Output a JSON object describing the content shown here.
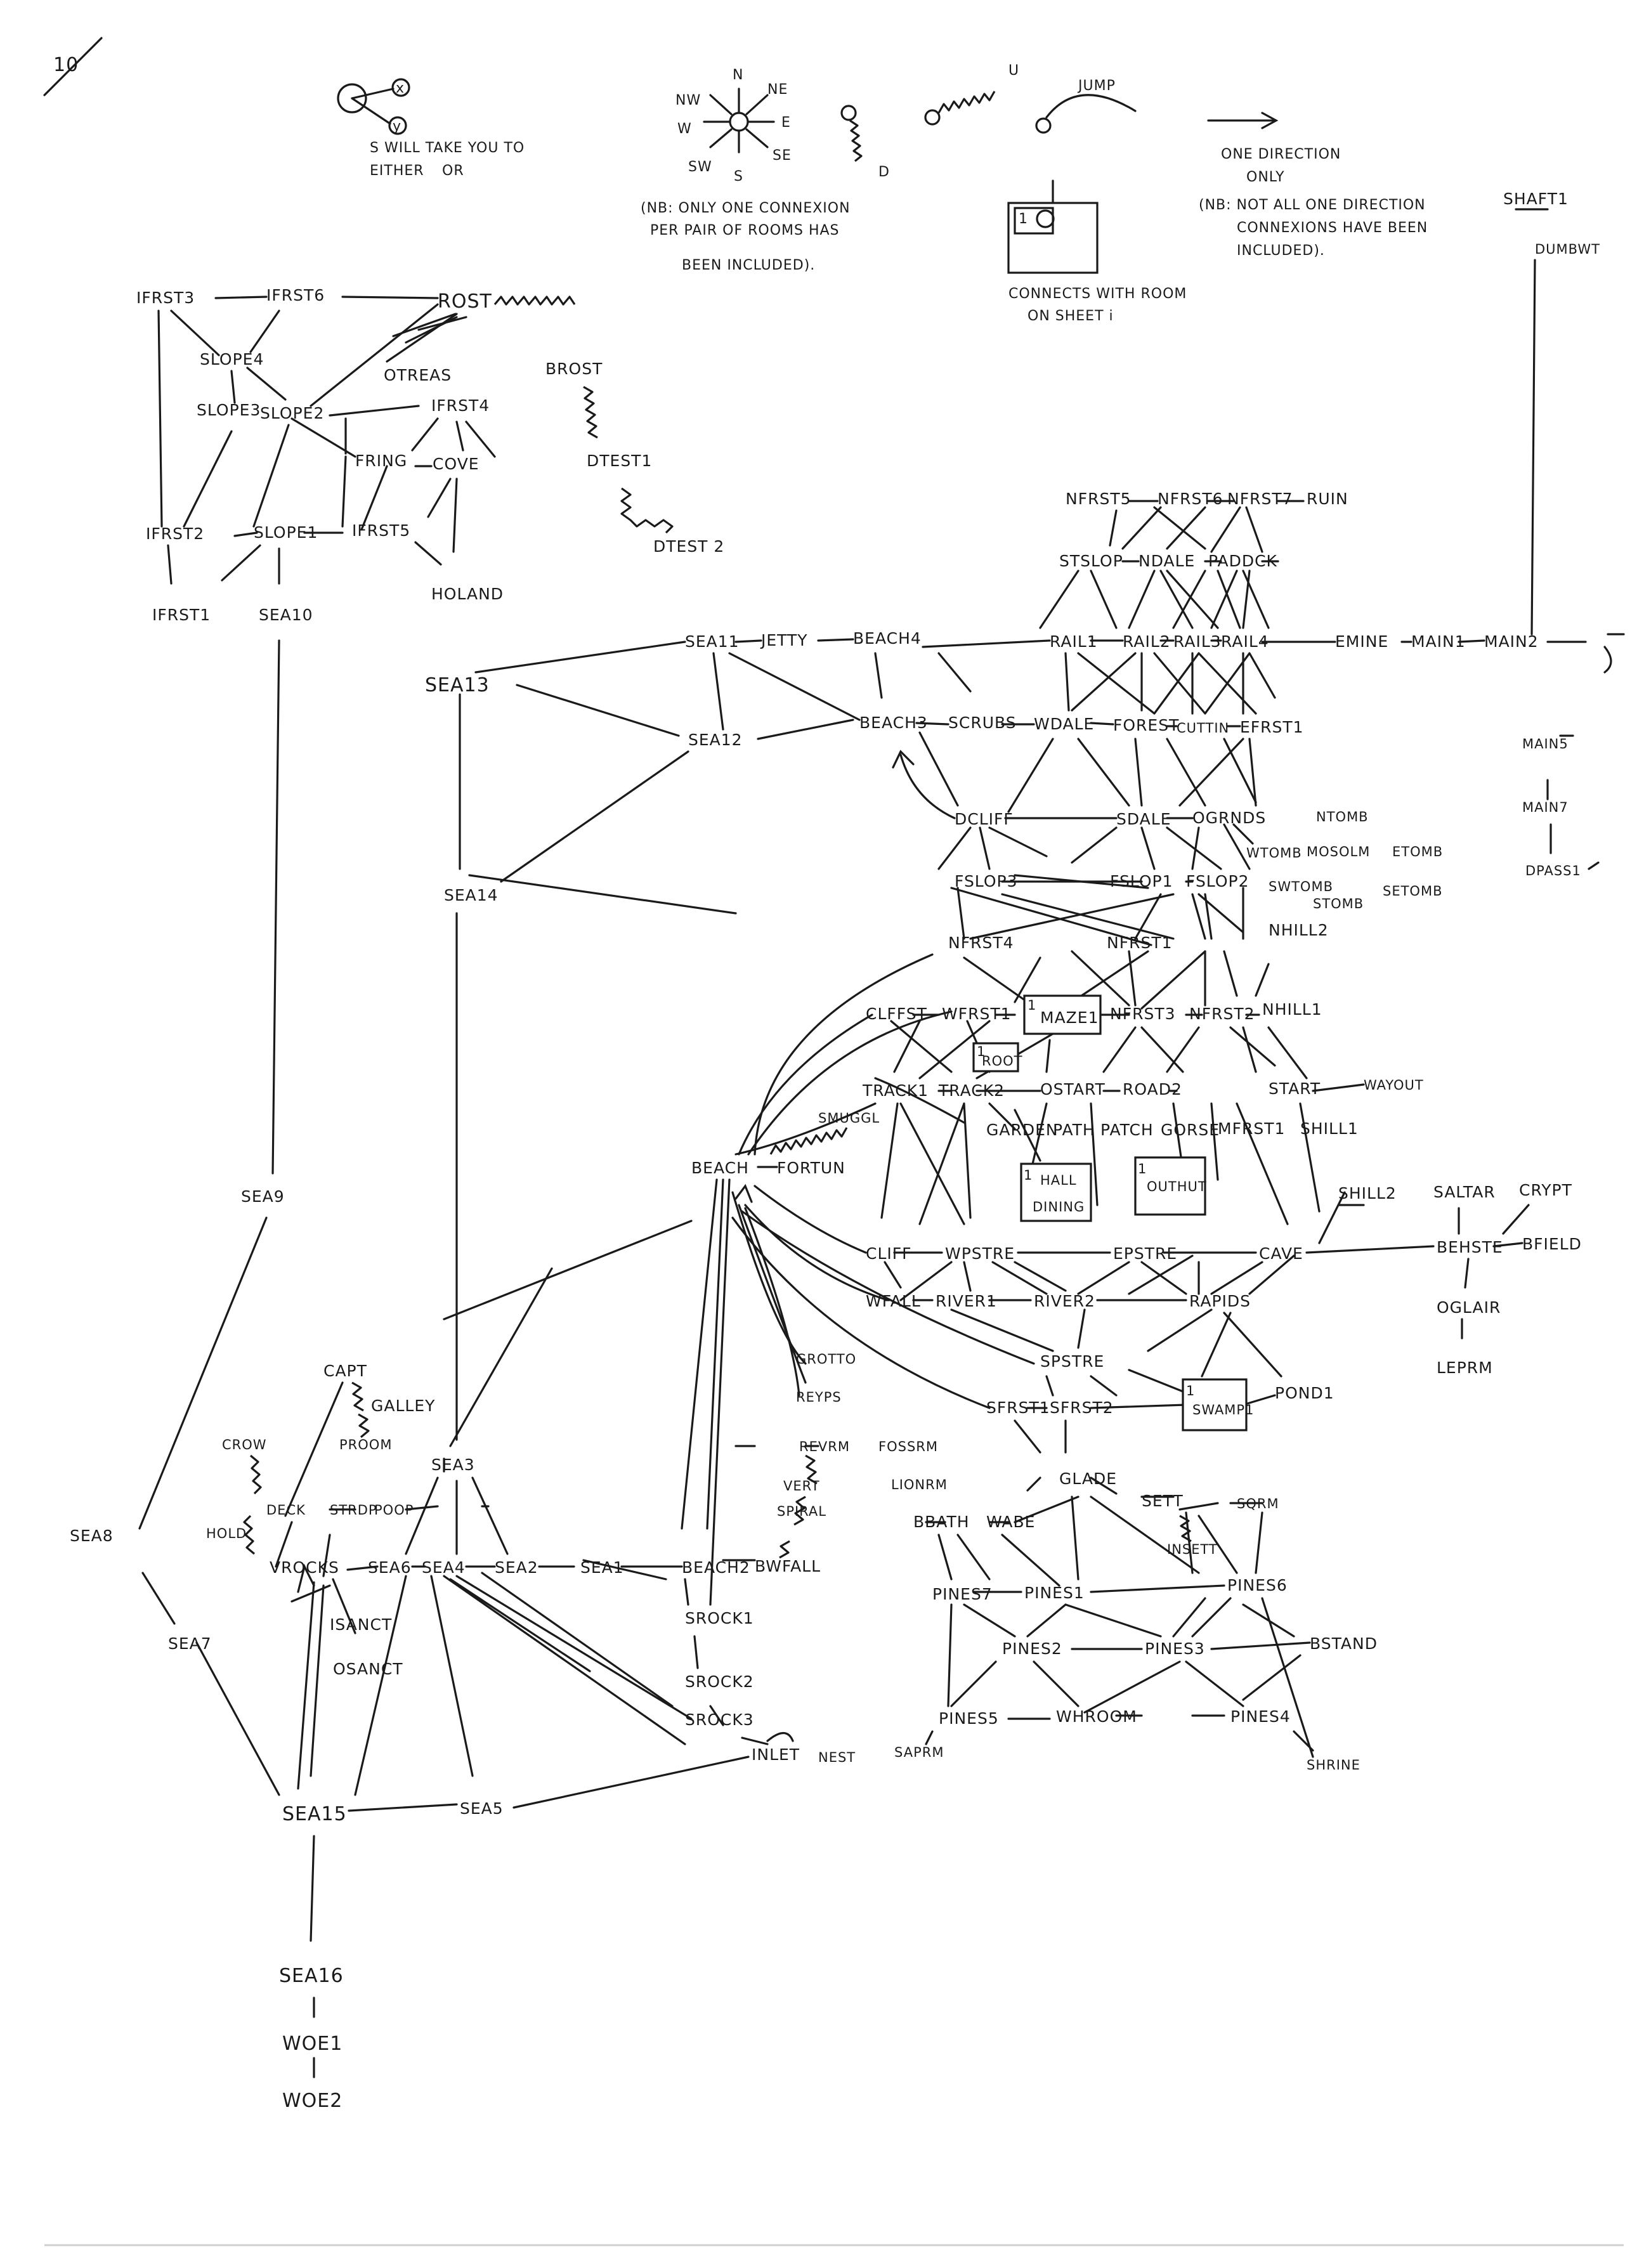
{
  "page_number": "10",
  "legend": {
    "updown_note": [
      "S WILL TAKE YOU TO",
      "EITHER",
      "OR"
    ],
    "compass": {
      "n": "N",
      "ne": "NE",
      "e": "E",
      "se": "SE",
      "s": "S",
      "sw": "SW",
      "w": "W",
      "nw": "NW"
    },
    "one_pair_note": [
      "(NB: ONLY ONE CONNEXION",
      "PER PAIR OF ROOMS HAS",
      "BEEN INCLUDED)."
    ],
    "down_label": "D",
    "up_label": "U",
    "jump_label": "JUMP",
    "one_direction_label": [
      "ONE DIRECTION",
      "ONLY"
    ],
    "one_direction_note": [
      "(NB: NOT ALL ONE DIRECTION",
      "CONNEXIONS HAVE BEEN",
      "INCLUDED)."
    ],
    "connects_note": [
      "CONNECTS WITH ROOM",
      "ON SHEET i"
    ]
  },
  "rooms": {
    "ifrst3": "IFRST3",
    "ifrst6": "IFRST6",
    "rost": "ROST",
    "slope4": "SLOPE4",
    "otreas": "OTREAS",
    "brost": "BROST",
    "slope3": "SLOPE3",
    "slope2": "SLOPE2",
    "ifrst4": "IFRST4",
    "fring": "FRING",
    "cove": "COVE",
    "dtest1": "DTEST1",
    "ifrst2": "IFRST2",
    "slope1": "SLOPE1",
    "ifrst5": "IFRST5",
    "dtest2": "DTEST 2",
    "ifrst1": "IFRST1",
    "sea10": "SEA10",
    "hoLand": "HOLAND",
    "shaft1": "SHAFT1",
    "dumbwaiter": "DUMBWT",
    "nfrst5": "NFRST5",
    "nfrst6": "NFRST6",
    "nfrst7": "NFRST7",
    "ruin": "RUIN",
    "stslop": "STSLOP",
    "ndale": "NDALE",
    "paddck": "PADDCK",
    "sea13": "SEA13",
    "sea11": "SEA11",
    "jetty": "JETTY",
    "beach4": "BEACH4",
    "rail1": "RAIL1",
    "rail2": "RAIL2",
    "rail3": "RAIL3",
    "rail4": "RAIL4",
    "emine": "EMINE",
    "main1": "MAIN1",
    "main2": "MAIN2",
    "sea12": "SEA12",
    "beach3": "BEACH3",
    "scrubs": "SCRUBS",
    "wdale": "WDALE",
    "forest": "FOREST",
    "cuttin": "CUTTIN",
    "efrst1": "EFRST1",
    "main5": "MAIN5",
    "main7": "MAIN7",
    "dpass1": "DPASS1",
    "dcliff": "DCLIFF",
    "sdale": "SDALE",
    "ogrnds": "OGRNDS",
    "ntomb": "NTOMB",
    "wtomb": "WTOMB",
    "mosolm": "MOSOLM",
    "etomb": "ETOMB",
    "swtomb": "SWTOMB",
    "stomb": "STOMB",
    "setomb": "SETOMB",
    "sea14": "SEA14",
    "fslop3": "FSLOP3",
    "fslop1": "FSLOP1",
    "fslop2": "FSLOP2",
    "nfrst4": "NFRST4",
    "nfrst1": "NFRST1",
    "nhill2": "NHILL2",
    "clffst": "CLFFST",
    "wfrst1": "WFRST1",
    "maze1": "MAZE1",
    "nfrst3": "NFRST3",
    "nfrst2": "NFRST2",
    "nhill1": "NHILL1",
    "root": "ROOT",
    "track1": "TRACK1",
    "track2": "TRACK2",
    "ostart": "OSTART",
    "road2": "ROAD2",
    "start": "START",
    "waybout": "WAYOUT",
    "smuggl": "SMUGGL",
    "garden": "GARDEN",
    "path": "PATH",
    "patch": "PATCH",
    "gorse": "GORSE",
    "mfrst1": "MFRST1",
    "shill1": "SHILL1",
    "beach": "BEACH",
    "fortun": "FORTUN",
    "hall": "HALL",
    "dining": "DINING",
    "outhut": "OUTHUT",
    "shill2": "SHILL2",
    "saltar": "SALTAR",
    "crypt": "CRYPT",
    "sea9": "SEA9",
    "cliff": "CLIFF",
    "wpstre": "WPSTRE",
    "epstre": "EPSTRE",
    "cave": "CAVE",
    "behste": "BEHSTE",
    "bfield": "BFIELD",
    "wfall": "WFALL",
    "river1": "RIVER1",
    "river2": "RIVER2",
    "rapids": "RAPIDS",
    "oglair": "OGLAIR",
    "leprm": "LEPRM",
    "grotto": "GROTTO",
    "spstre": "SPSTRE",
    "capt": "CAPT",
    "galley": "GALLEY",
    "reyps": "REYPS",
    "sfrst1": "SFRST1",
    "sfrst2": "SFRST2",
    "swamp1": "SWAMP1",
    "pond1": "POND1",
    "proom": "PROOM",
    "crow": "CROW",
    "revrm": "REVRM",
    "fossrm": "FOSSRM",
    "sea3": "SEA3",
    "deck": "DECK",
    "strdp": "STRDP",
    "poop": "POOP",
    "vert": "VERT",
    "glade": "GLADE",
    "lionrm": "LIONRM",
    "spiral": "SPIRAL",
    "sett": "SETT",
    "sqrm": "SQRM",
    "sea8": "SEA8",
    "hold": "HOLD",
    "bbath": "BBATH",
    "wabe": "WABE",
    "insett": "INSETT",
    "vrocks": "VROCKS",
    "sea6": "SEA6",
    "sea4": "SEA4",
    "sea2": "SEA2",
    "sea1": "SEA1",
    "beach2": "BEACH2",
    "bwfall": "BWFALL",
    "pines7": "PINES7",
    "pines1": "PINES1",
    "pines6": "PINES6",
    "sea7": "SEA7",
    "isanct": "ISANCT",
    "srock1": "SROCK1",
    "pines2": "PINES2",
    "pines3": "PINES3",
    "bstand": "BSTAND",
    "osanct": "OSANCT",
    "srock2": "SROCK2",
    "pines5": "PINES5",
    "whroom": "WHROOM",
    "pines4": "PINES4",
    "srock3": "SROCK3",
    "saprm": "SAPRM",
    "nest": "NEST",
    "shrine": "SHRINE",
    "inlet": "INLET",
    "sea15": "SEA15",
    "sea5": "SEA5",
    "sea16": "SEA16",
    "woe1": "WOE1",
    "woe2": "WOE2"
  },
  "sheet_markers": {
    "maze1": "1",
    "root": "1",
    "hall": "1",
    "outhut": "1",
    "swamp1": "1",
    "legend_box": "1"
  }
}
